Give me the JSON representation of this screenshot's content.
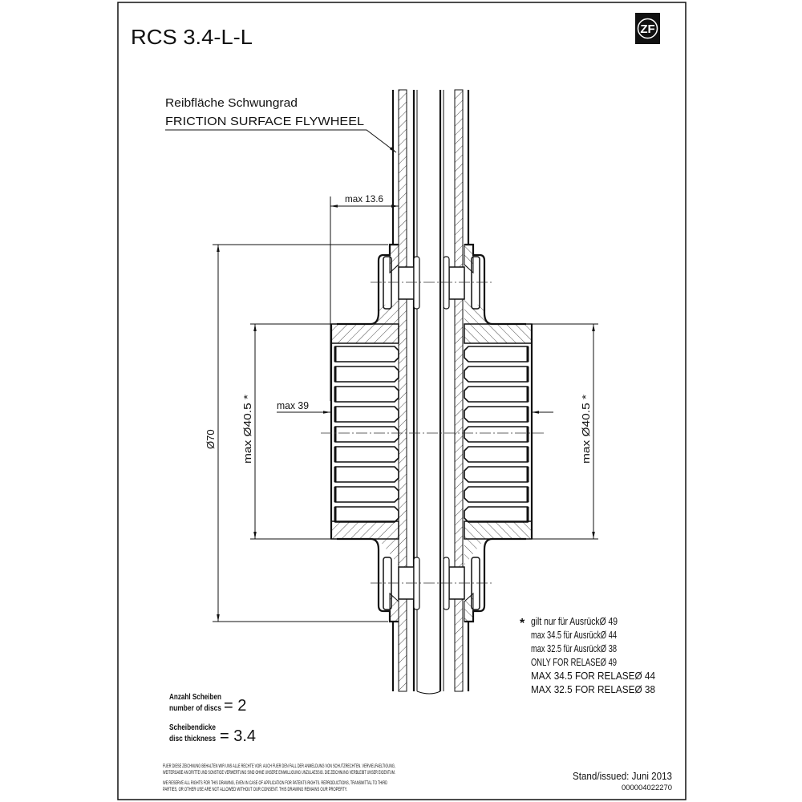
{
  "title": "RCS 3.4-L-L",
  "logo": {
    "text": "ZF",
    "colors": {
      "background": "#111111",
      "foreground": "#ffffff"
    }
  },
  "leader_label": {
    "de": "Reibfläche Schwungrad",
    "en": "FRICTION SURFACE FLYWHEEL"
  },
  "dimensions": {
    "max_13_6": "max 13.6",
    "dia_70": "Ø70",
    "max_dia_40_5_left": "max Ø40.5 *",
    "max_dia_40_5_right": "max Ø40.5 *",
    "max_39": "max 39"
  },
  "notes": {
    "marker": "*",
    "lines": [
      "gilt nur für AusrückØ 49",
      "max 34.5 für AusrückØ 44",
      "max 32.5 für AusrückØ 38",
      "ONLY FOR RELASEØ  49",
      "MAX 34.5 FOR RELASEØ  44",
      "MAX 32.5 FOR RELASEØ  38"
    ]
  },
  "specs": [
    {
      "label_de": "Anzahl Scheiben",
      "label_en": "number of discs",
      "value": "= 2"
    },
    {
      "label_de": "Scheibendicke",
      "label_en": "disc thickness",
      "value": "= 3.4"
    }
  ],
  "legal": {
    "de": [
      "FUER DIESE ZEICHNUNG BEHALTEN WIR UNS ALLE RECHTE VOR. AUCH FUER DEN FALL DER ANMELDUNG VON SCHUTZRECHTEN. VERVIELFAELTIGUNG,",
      "WEITERGABE AN DRITTE UND SONSTIGE VERWERTUNG SIND OHNE UNSERE EINWILLIGUNG UNZULAESSIG. DIE ZEICHNUNG VERBLEIBT UNSER EIGENTUM."
    ],
    "en": [
      "WE RESERVE ALL RIGHTS FOR THIS DRAWING, EVEN IN CASE OF APPLICATION FOR PATENTS RIGHTS. REPRODUCTIONS, TRANSMITTAL TO THIRD",
      "PARTIES, OR OTHER USE ARE NOT ALLOWED WITHOUT OUR CONSENT. THIS DRAWING REMAINS OUR PROPERTY."
    ]
  },
  "issued": "Stand/issued:  Juni 2013",
  "drawing_number": "000004022270"
}
